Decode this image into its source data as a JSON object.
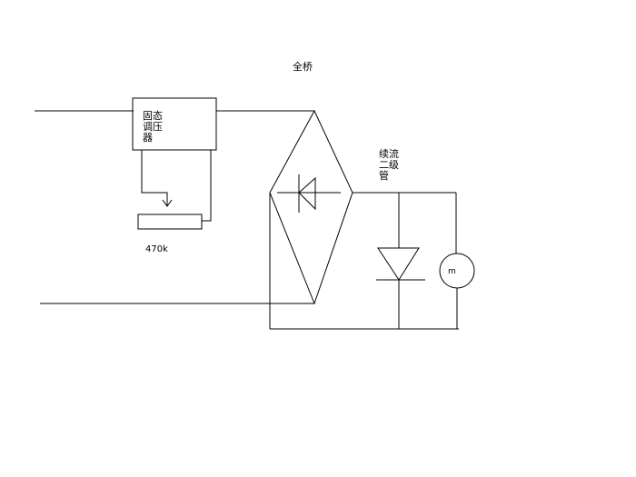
{
  "labels": {
    "bridge": "全桥",
    "ssr_line1": "固态",
    "ssr_line2": "调压",
    "ssr_line3": "器",
    "pot_value": "470k",
    "diode_line1": "续流",
    "diode_line2": "二级",
    "diode_line3": "管",
    "motor": "m"
  },
  "colors": {
    "background": "#ffffff",
    "stroke": "#000000"
  }
}
